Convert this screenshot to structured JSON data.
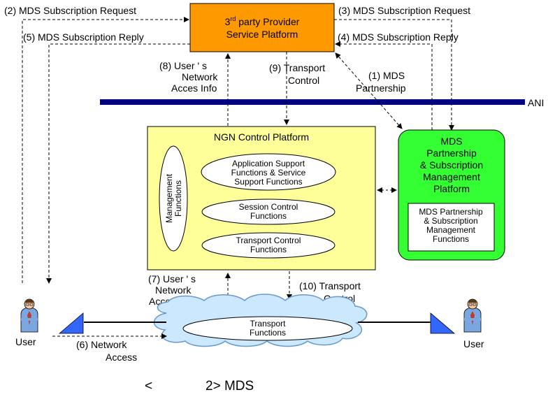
{
  "colors": {
    "provider_box": "#ff9900",
    "ngn_box": "#ffff99",
    "mds_box": "#33ff33",
    "ani_bar": "#000080",
    "cloud": "#cce8ff",
    "triangle": "#3366ff"
  },
  "provider": {
    "line1_pre": "3",
    "line1_sup": "rd",
    "line1_post": " party Provider",
    "line2": "Service Platform"
  },
  "ani": {
    "label": "ANI"
  },
  "ngn": {
    "title": "NGN Control Platform",
    "mgmt_line1": "Management",
    "mgmt_line2": "Functions",
    "app_line1": "Application Support",
    "app_line2": "Functions & Service",
    "app_line3": "Support Functions",
    "session_line1": "Session Control",
    "session_line2": "Functions",
    "transport_line1": "Transport Control",
    "transport_line2": "Functions"
  },
  "mds": {
    "line1": "MDS",
    "line2": "Partnership",
    "line3": "& Subscription",
    "line4": "Management",
    "line5": "Platform",
    "inner1": "MDS Partnership",
    "inner2": "& Subscription",
    "inner3": "Management",
    "inner4": "Functions"
  },
  "transport_cloud": {
    "line1": "Transport",
    "line2": "Functions"
  },
  "users": {
    "left": "User",
    "right": "User",
    "left_icon": "user-icon",
    "right_icon": "user-icon"
  },
  "messages": {
    "m1_line1": "(1) MDS",
    "m1_line2": "Partnership",
    "m2": "(2) MDS Subscription Request",
    "m3": "(3) MDS Subscription Request",
    "m4": "(4) MDS Subscription Reply",
    "m5": "(5) MDS Subscription Reply",
    "m6_line1": "(6) Network",
    "m6_line2": "Access",
    "m7_line1": "(7) User ' s",
    "m7_line2": "Network",
    "m7_line3": "Acces Info",
    "m8_line1": "(8) User ' s",
    "m8_line2": "Network",
    "m8_line3": "Acces Info",
    "m9_line1": "(9) Transport",
    "m9_line2": "Control",
    "m10_line1": "(10) Transport",
    "m10_line2": "Control"
  },
  "caption": {
    "left": "<",
    "right": "2> MDS"
  }
}
